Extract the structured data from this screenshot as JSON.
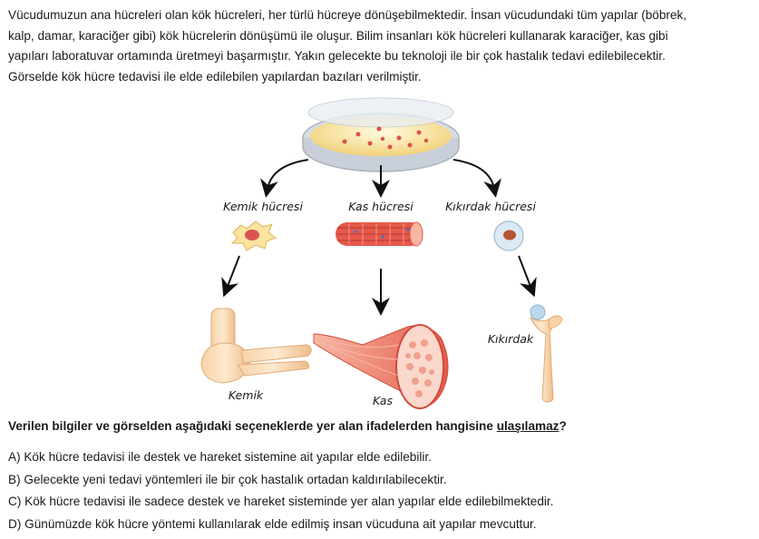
{
  "intro": {
    "line1": "Vücudumuzun ana hücreleri olan kök hücreleri, her türlü hücreye dönüşebilmektedir. İnsan vücudundaki tüm yapılar (böbrek,",
    "line2": "kalp, damar, karaciğer gibi) kök hücrelerin dönüşümü ile oluşur. Bilim insanları kök hücreleri kullanarak karaciğer, kas gibi",
    "line3": "yapıları laboratuvar ortamında üretmeyi başarmıştır. Yakın gelecekte bu teknoloji ile bir çok hastalık tedavi edilebilecektir.",
    "line4": "Görselde kök hücre tedavisi ile elde edilebilen yapılardan bazıları verilmiştir."
  },
  "diagram": {
    "cells": {
      "bone": "Kemik hücresi",
      "muscle": "Kas hücresi",
      "cartilage": "Kıkırdak hücresi"
    },
    "tissues": {
      "bone": "Kemik",
      "muscle": "Kas",
      "cartilage": "Kıkırdak"
    }
  },
  "question": {
    "prefix": "Verilen bilgiler ve görselden aşağıdaki seçeneklerde yer alan ifadelerden hangisine ",
    "emphasis": "ulaşılamaz",
    "suffix": "?"
  },
  "options": [
    "A) Kök hücre tedavisi ile destek ve hareket sistemine ait yapılar elde edilebilir.",
    "B) Gelecekte yeni tedavi yöntemleri ile bir çok hastalık ortadan kaldırılabilecektir.",
    "C) Kök hücre tedavisi ile sadece destek ve hareket sisteminde yer alan yapılar elde edilebilmektedir.",
    "D) Günümüzde kök hücre yöntemi kullanılarak elde edilmiş insan vücuduna ait yapılar mevcuttur."
  ]
}
